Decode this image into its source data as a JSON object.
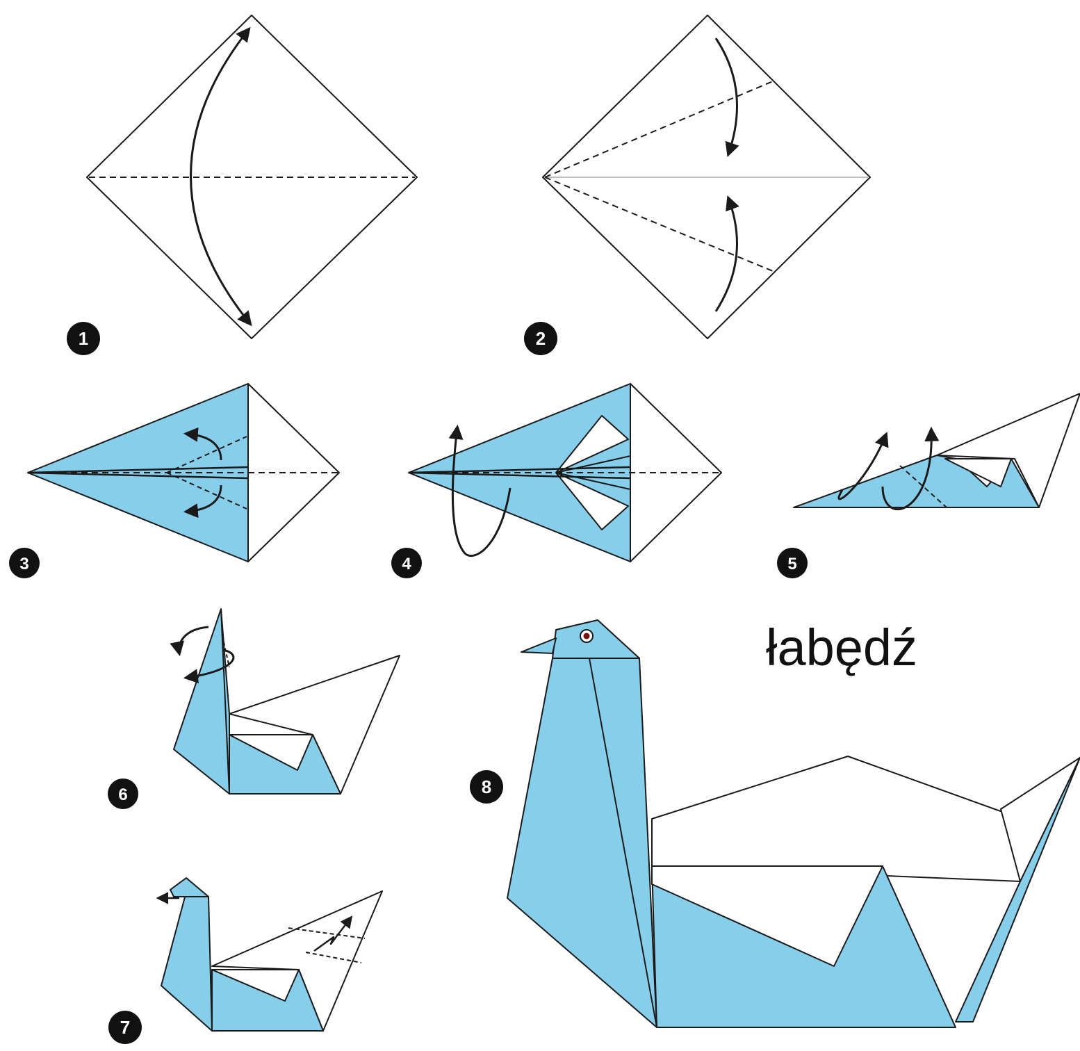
{
  "title": "łabędź",
  "colors": {
    "paper_blue": "#87CEEB",
    "line": "#1a1a1a",
    "badge": "#111111",
    "badge_text": "#ffffff"
  },
  "steps": [
    {
      "number": "1"
    },
    {
      "number": "2"
    },
    {
      "number": "3"
    },
    {
      "number": "4"
    },
    {
      "number": "5"
    },
    {
      "number": "6"
    },
    {
      "number": "7"
    },
    {
      "number": "8"
    }
  ]
}
